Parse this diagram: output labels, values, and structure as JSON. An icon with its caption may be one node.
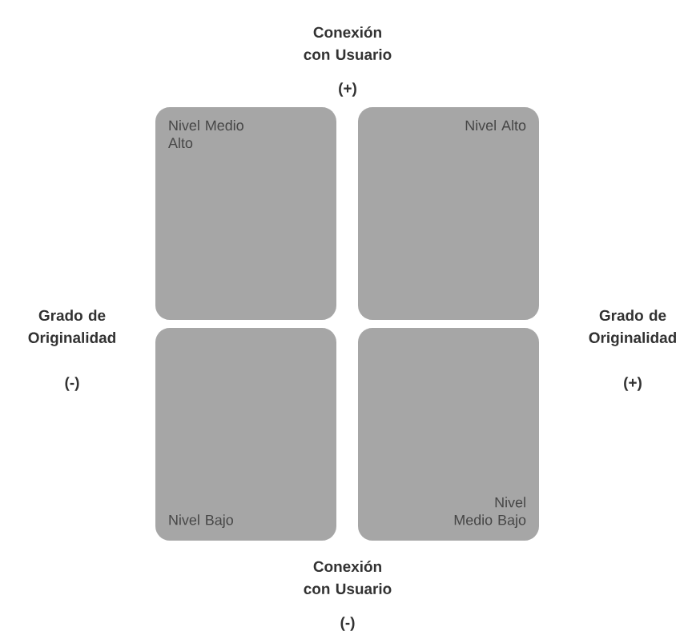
{
  "diagram": {
    "nodes": [
      {
        "text": [
          "Nivel Medio Alto"
        ]
      },
      {
        "text": [
          "Nivel Alto"
        ]
      },
      {
        "text": [
          "Nivel Bajo"
        ]
      },
      {
        "text": [
          "Nivel Medio Bajo"
        ]
      }
    ],
    "labels": [
      "Conexión con Usuario",
      "(+)",
      "Grado de Originalidad",
      "(-)",
      "Grado de Originalidad",
      "(+)",
      "Conexión con Usuario",
      "(-)"
    ]
  }
}
